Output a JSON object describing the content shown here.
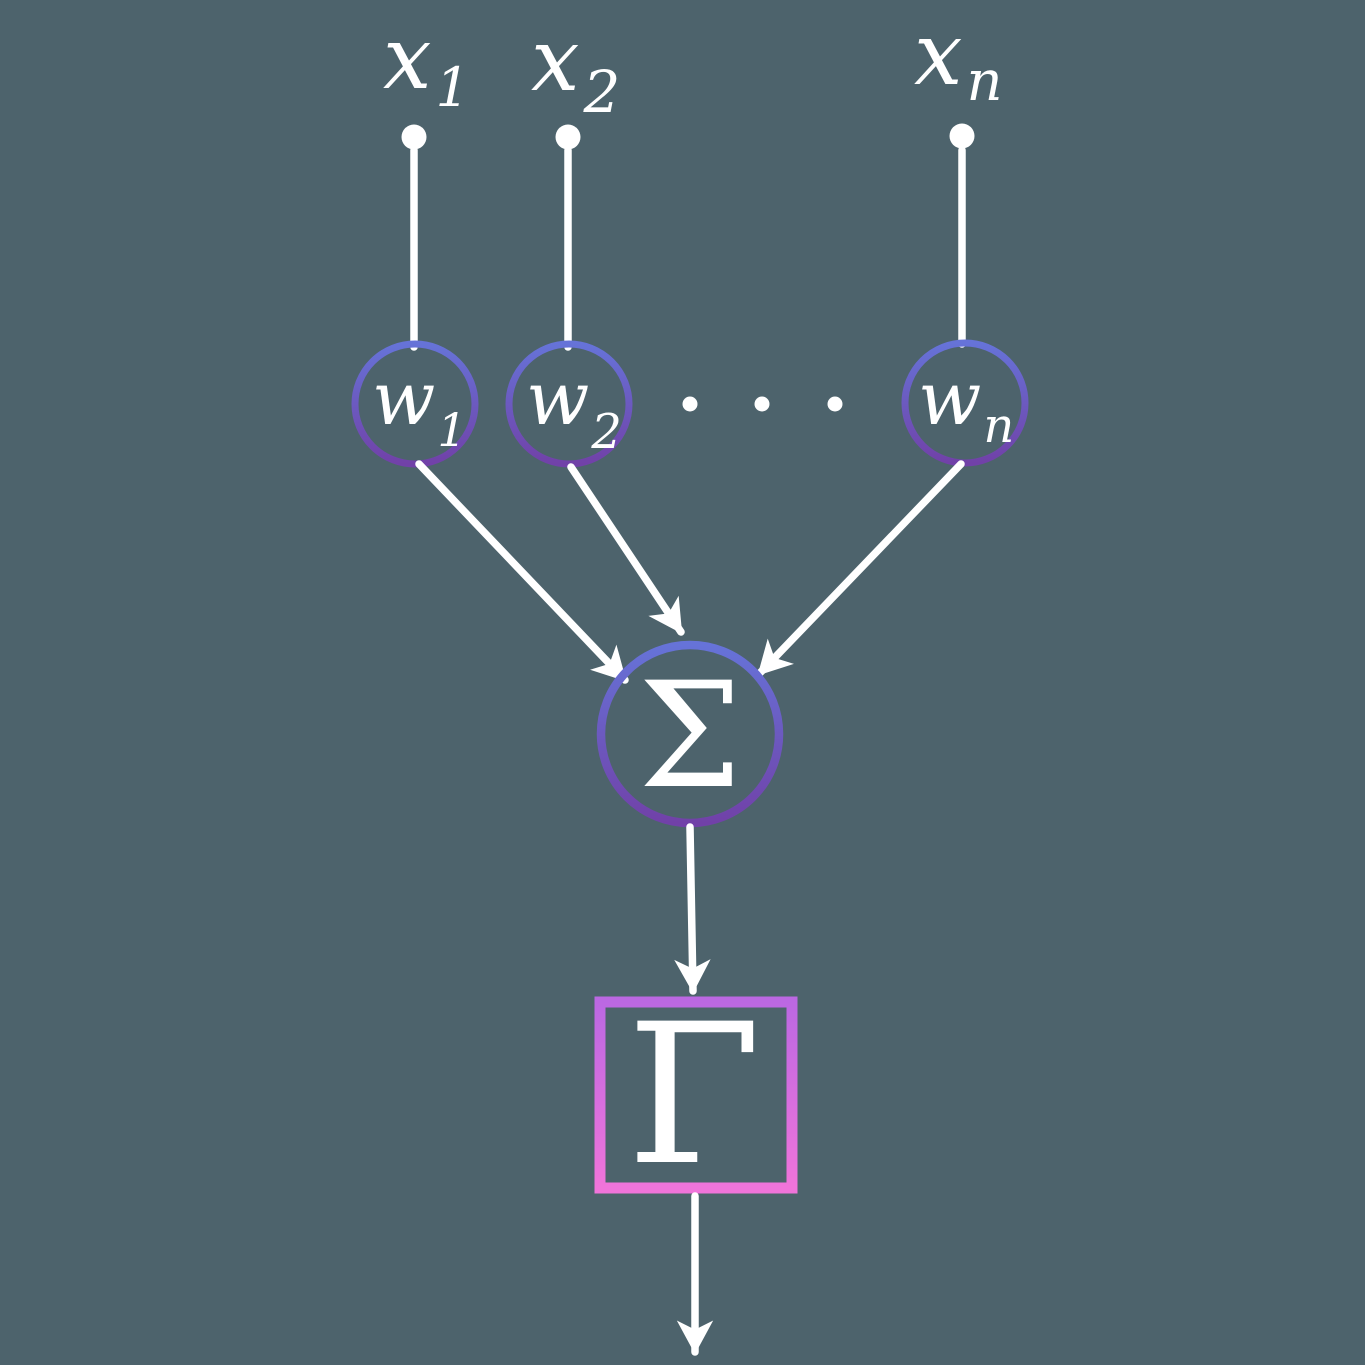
{
  "diagram": {
    "type": "perceptron-neuron",
    "inputs": [
      {
        "name": "x1",
        "base": "x",
        "sub": "1"
      },
      {
        "name": "x2",
        "base": "x",
        "sub": "2"
      },
      {
        "name": "xn",
        "base": "x",
        "sub": "n"
      }
    ],
    "weights": [
      {
        "name": "w1",
        "base": "w",
        "sub": "1"
      },
      {
        "name": "w2",
        "base": "w",
        "sub": "2"
      },
      {
        "name": "wn",
        "base": "w",
        "sub": "n"
      }
    ],
    "ellipsis_dot_count": 3,
    "summation_symbol": "Σ",
    "activation_symbol": "Γ",
    "colors": {
      "background": "#4d636c",
      "line": "#ffffff",
      "node_gradient_top": "#6673d8",
      "node_gradient_bottom": "#7141a8",
      "box_gradient_top": "#bb68e2",
      "box_gradient_bottom": "#f074da"
    }
  }
}
